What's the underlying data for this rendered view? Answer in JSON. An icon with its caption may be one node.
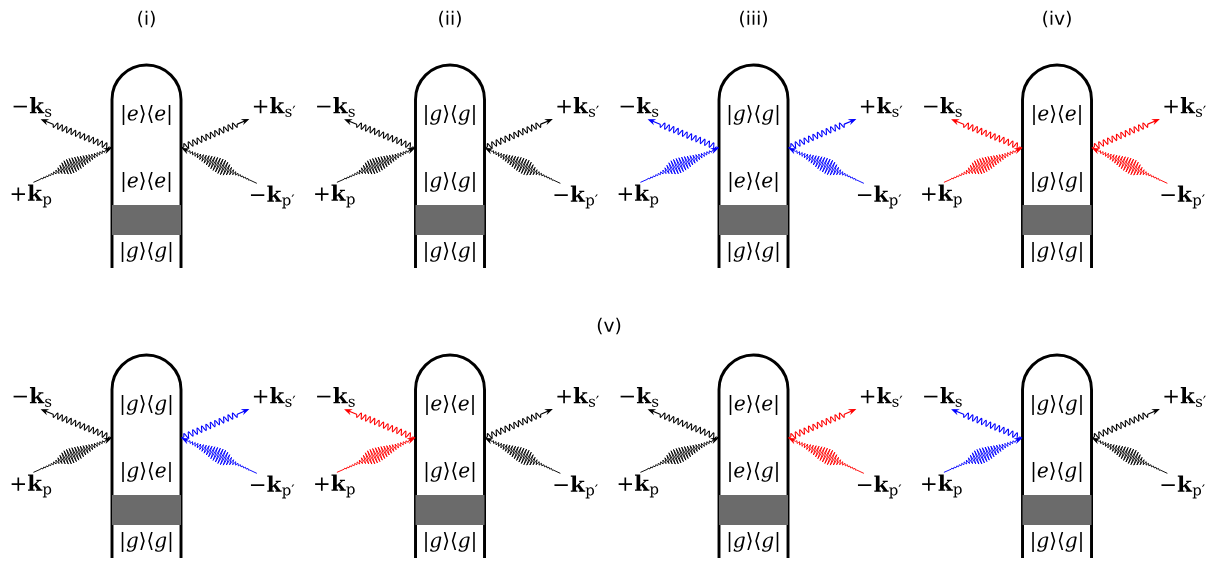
{
  "diagram": {
    "nodes": [
      {
        "text": [
          "−**k**$_{s}$"
        ]
      },
      {
        "text": [
          "+**k**$_{p}$"
        ]
      },
      {
        "text": [
          "|*e*⟩⟨*e*|",
          "|*e*⟩⟨*e*|",
          "|*g*⟩⟨*g*|"
        ]
      },
      {
        "text": [
          "+**k**$_{s′}$"
        ]
      },
      {
        "text": [
          "−**k**$_{p′}$"
        ]
      },
      {
        "text": [
          "−**k**$_{s}$"
        ]
      },
      {
        "text": [
          "+**k**$_{p}$"
        ]
      },
      {
        "text": [
          "|*g*⟩⟨*g*|",
          "|*g*⟩⟨*g*|",
          "|*g*⟩⟨*g*|"
        ]
      },
      {
        "text": [
          "+**k**$_{s′}$"
        ]
      },
      {
        "text": [
          "−**k**$_{p′}$"
        ]
      },
      {
        "text": [
          "−**k**$_{s}$"
        ]
      },
      {
        "text": [
          "+**k**$_{p}$"
        ]
      },
      {
        "text": [
          "|*g*⟩⟨*g*|",
          "|*e*⟩⟨*e*|",
          "|*g*⟩⟨*g*|"
        ]
      },
      {
        "text": [
          "+**k**$_{s′}$"
        ]
      },
      {
        "text": [
          "−**k**$_{p′}$"
        ]
      },
      {
        "text": [
          "−**k**$_{s}$"
        ]
      },
      {
        "text": [
          "+**k**$_{p}$"
        ]
      },
      {
        "text": [
          "|*e*⟩⟨*e*|",
          "|*g*⟩⟨*g*|",
          "|*g*⟩⟨*g*|"
        ]
      },
      {
        "text": [
          "+**k**$_{s′}$"
        ]
      },
      {
        "text": [
          "−**k**$_{p′}$"
        ]
      },
      {
        "text": [
          "−**k**$_{s}$"
        ]
      },
      {
        "text": [
          "+**k**$_{p}$"
        ]
      },
      {
        "text": [
          "|*g*⟩⟨*g*|",
          "|*g*⟩⟨*e*|",
          "|*g*⟩⟨*g*|"
        ]
      },
      {
        "text": [
          "+**k**$_{s′}$"
        ]
      },
      {
        "text": [
          "−**k**$_{p′}$"
        ]
      },
      {
        "text": [
          "−**k**$_{s}$"
        ]
      },
      {
        "text": [
          "+**k**$_{p}$"
        ]
      },
      {
        "text": [
          "|*e*⟩⟨*e*|",
          "|*g*⟩⟨*e*|",
          "|*g*⟩⟨*g*|"
        ]
      },
      {
        "text": [
          "+**k**$_{s′}$"
        ]
      },
      {
        "text": [
          "−**k**$_{p′}$"
        ]
      },
      {
        "text": [
          "−**k**$_{s}$"
        ]
      },
      {
        "text": [
          "+**k**$_{p}$"
        ]
      },
      {
        "text": [
          "|*e*⟩⟨*e*|",
          "|*e*⟩⟨*g*|",
          "|*g*⟩⟨*g*|"
        ]
      },
      {
        "text": [
          "+**k**$_{s′}$"
        ]
      },
      {
        "text": [
          "−**k**$_{p′}$"
        ]
      },
      {
        "text": [
          "−**k**$_{s}$"
        ]
      },
      {
        "text": [
          "+**k**$_{p}$"
        ]
      },
      {
        "text": [
          "|*g*⟩⟨*g*|",
          "|*e*⟩⟨*g*|",
          "|*g*⟩⟨*g*|"
        ]
      },
      {
        "text": [
          "+**k**$_{s′}$"
        ]
      },
      {
        "text": [
          "−**k**$_{p′}$"
        ]
      }
    ],
    "edges": [
      {
        "from": 2,
        "to": 0,
        "arrow": "to"
      },
      {
        "from": 1,
        "to": 2,
        "arrow": "to"
      },
      {
        "from": 2,
        "to": 3,
        "arrow": "to"
      },
      {
        "from": 4,
        "to": 2,
        "arrow": "to"
      },
      {
        "from": 7,
        "to": 5,
        "arrow": "to"
      },
      {
        "from": 6,
        "to": 7,
        "arrow": "to"
      },
      {
        "from": 7,
        "to": 8,
        "arrow": "to"
      },
      {
        "from": 9,
        "to": 7,
        "arrow": "to"
      },
      {
        "from": 12,
        "to": 10,
        "arrow": "to",
        "color": "#0000ff"
      },
      {
        "from": 11,
        "to": 12,
        "arrow": "to",
        "color": "#0000ff"
      },
      {
        "from": 12,
        "to": 13,
        "arrow": "to",
        "color": "#0000ff"
      },
      {
        "from": 14,
        "to": 12,
        "arrow": "to",
        "color": "#0000ff"
      },
      {
        "from": 17,
        "to": 15,
        "arrow": "to",
        "color": "#ff0000"
      },
      {
        "from": 16,
        "to": 17,
        "arrow": "to",
        "color": "#ff0000"
      },
      {
        "from": 17,
        "to": 18,
        "arrow": "to",
        "color": "#ff0000"
      },
      {
        "from": 19,
        "to": 17,
        "arrow": "to",
        "color": "#ff0000"
      },
      {
        "from": 22,
        "to": 20,
        "arrow": "to"
      },
      {
        "from": 21,
        "to": 22,
        "arrow": "to"
      },
      {
        "from": 22,
        "to": 23,
        "arrow": "to",
        "color": "#0000ff"
      },
      {
        "from": 24,
        "to": 22,
        "arrow": "to",
        "color": "#0000ff"
      },
      {
        "from": 27,
        "to": 25,
        "arrow": "to",
        "color": "#ff0000"
      },
      {
        "from": 26,
        "to": 27,
        "arrow": "to",
        "color": "#ff0000"
      },
      {
        "from": 27,
        "to": 28,
        "arrow": "to"
      },
      {
        "from": 29,
        "to": 27,
        "arrow": "to"
      },
      {
        "from": 32,
        "to": 30,
        "arrow": "to"
      },
      {
        "from": 31,
        "to": 32,
        "arrow": "to"
      },
      {
        "from": 32,
        "to": 33,
        "arrow": "to",
        "color": "#ff0000"
      },
      {
        "from": 34,
        "to": 32,
        "arrow": "to",
        "color": "#ff0000"
      },
      {
        "from": 37,
        "to": 35,
        "arrow": "to",
        "color": "#0000ff"
      },
      {
        "from": 36,
        "to": 37,
        "arrow": "to",
        "color": "#0000ff"
      },
      {
        "from": 37,
        "to": 38,
        "arrow": "to"
      },
      {
        "from": 39,
        "to": 37,
        "arrow": "to"
      }
    ],
    "labels": [
      "(i)",
      "(ii)",
      "(iii)",
      "(iv)",
      "(v)"
    ]
  }
}
